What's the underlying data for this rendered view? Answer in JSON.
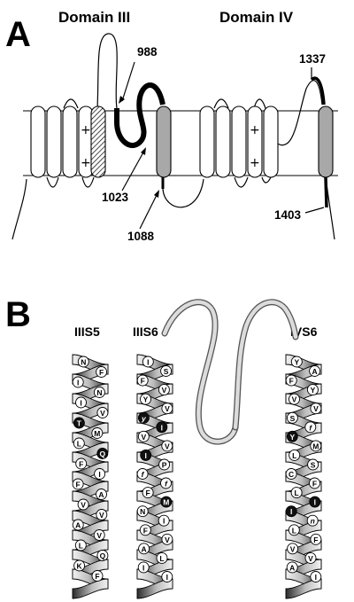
{
  "panel_a": {
    "label": "A",
    "domain_iii_label": "Domain III",
    "domain_iv_label": "Domain IV",
    "markers": [
      "988",
      "1023",
      "1088",
      "1337",
      "1403"
    ],
    "plus_sign": "+"
  },
  "panel_b": {
    "label": "B",
    "helices": [
      {
        "name": "IIIS5",
        "residues": [
          {
            "t": "N",
            "s": "w"
          },
          {
            "t": "F",
            "s": "w"
          },
          {
            "t": "I",
            "s": "w"
          },
          {
            "t": "N",
            "s": "w"
          },
          {
            "t": "I",
            "s": "w"
          },
          {
            "t": "V",
            "s": "w"
          },
          {
            "t": "T",
            "s": "b"
          },
          {
            "t": "M",
            "s": "w"
          },
          {
            "t": "L",
            "s": "w"
          },
          {
            "t": "Q",
            "s": "b"
          },
          {
            "t": "F",
            "s": "w"
          },
          {
            "t": "I",
            "s": "w"
          },
          {
            "t": "F",
            "s": "w"
          },
          {
            "t": "A",
            "s": "w"
          },
          {
            "t": "V",
            "s": "w"
          },
          {
            "t": "V",
            "s": "w"
          },
          {
            "t": "A",
            "s": "w"
          },
          {
            "t": "V",
            "s": "w"
          },
          {
            "t": "L",
            "s": "w"
          },
          {
            "t": "Q",
            "s": "w"
          },
          {
            "t": "K",
            "s": "w"
          },
          {
            "t": "F",
            "s": "w"
          }
        ]
      },
      {
        "name": "IIIS6",
        "residues": [
          {
            "t": "I",
            "s": "w"
          },
          {
            "t": "S",
            "s": "w"
          },
          {
            "t": "F",
            "s": "w"
          },
          {
            "t": "V",
            "s": "w"
          },
          {
            "t": "Y",
            "s": "w"
          },
          {
            "t": "V",
            "s": "w"
          },
          {
            "t": "y",
            "s": "bi"
          },
          {
            "t": "I",
            "s": "b"
          },
          {
            "t": "V",
            "s": "w"
          },
          {
            "t": "V",
            "s": "w"
          },
          {
            "t": "I",
            "s": "b"
          },
          {
            "t": "P",
            "s": "w"
          },
          {
            "t": "f",
            "s": "wi"
          },
          {
            "t": "f",
            "s": "wi"
          },
          {
            "t": "F",
            "s": "w"
          },
          {
            "t": "M",
            "s": "b"
          },
          {
            "t": "N",
            "s": "w"
          },
          {
            "t": "I",
            "s": "w"
          },
          {
            "t": "F",
            "s": "w"
          },
          {
            "t": "V",
            "s": "w"
          },
          {
            "t": "A",
            "s": "w"
          },
          {
            "t": "L",
            "s": "w"
          },
          {
            "t": "I",
            "s": "w"
          },
          {
            "t": "I",
            "s": "w"
          }
        ]
      },
      {
        "name": "IVS6",
        "residues": [
          {
            "t": "Y",
            "s": "w"
          },
          {
            "t": "A",
            "s": "w"
          },
          {
            "t": "F",
            "s": "w"
          },
          {
            "t": "Y",
            "s": "w"
          },
          {
            "t": "V",
            "s": "w"
          },
          {
            "t": "V",
            "s": "w"
          },
          {
            "t": "S",
            "s": "w"
          },
          {
            "t": "f",
            "s": "wi"
          },
          {
            "t": "Y",
            "s": "b"
          },
          {
            "t": "M",
            "s": "w"
          },
          {
            "t": "L",
            "s": "w"
          },
          {
            "t": "S",
            "s": "w"
          },
          {
            "t": "C",
            "s": "w"
          },
          {
            "t": "F",
            "s": "w"
          },
          {
            "t": "L",
            "s": "w"
          },
          {
            "t": "I",
            "s": "b"
          },
          {
            "t": "I",
            "s": "b"
          },
          {
            "t": "n",
            "s": "wi"
          },
          {
            "t": "L",
            "s": "w"
          },
          {
            "t": "F",
            "s": "w"
          },
          {
            "t": "V",
            "s": "w"
          },
          {
            "t": "V",
            "s": "w"
          },
          {
            "t": "A",
            "s": "w"
          },
          {
            "t": "I",
            "s": "w"
          }
        ]
      }
    ]
  }
}
